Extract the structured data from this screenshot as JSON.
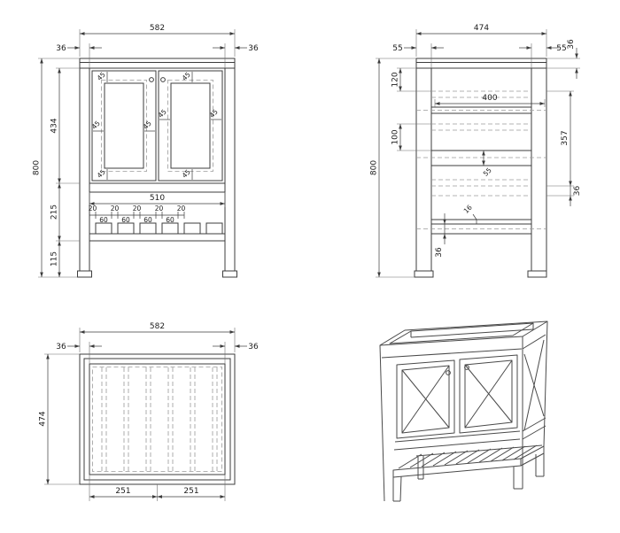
{
  "colors": {
    "background": "#ffffff",
    "visible_line": "#3c3c3c",
    "hidden_line": "#9a9a9a",
    "dimension_text": "#1c1c1c"
  },
  "front_view": {
    "total_width": "582",
    "side_edge_left": "36",
    "side_edge_right": "36",
    "total_height": "800",
    "door_section": "434",
    "shelf_section": "215",
    "leg_section": "115",
    "shelf_inner_width": "510",
    "slat_gap": "20",
    "slat_width": "60",
    "frame_width": "45"
  },
  "side_view": {
    "total_depth": "474",
    "front_post": "55",
    "back_post": "55",
    "top_rail": "36",
    "top_offset": "120",
    "mid_offset": "100",
    "total_height": "800",
    "shelf_depth": "400",
    "inner_height": "357",
    "mid_rail": "55",
    "mid_rail_thickness": "36",
    "slat_thickness": "16",
    "bottom_rail": "36"
  },
  "plan_view": {
    "total_width": "582",
    "side_edge_left": "36",
    "side_edge_right": "36",
    "total_depth": "474",
    "half_left": "251",
    "half_right": "251"
  }
}
